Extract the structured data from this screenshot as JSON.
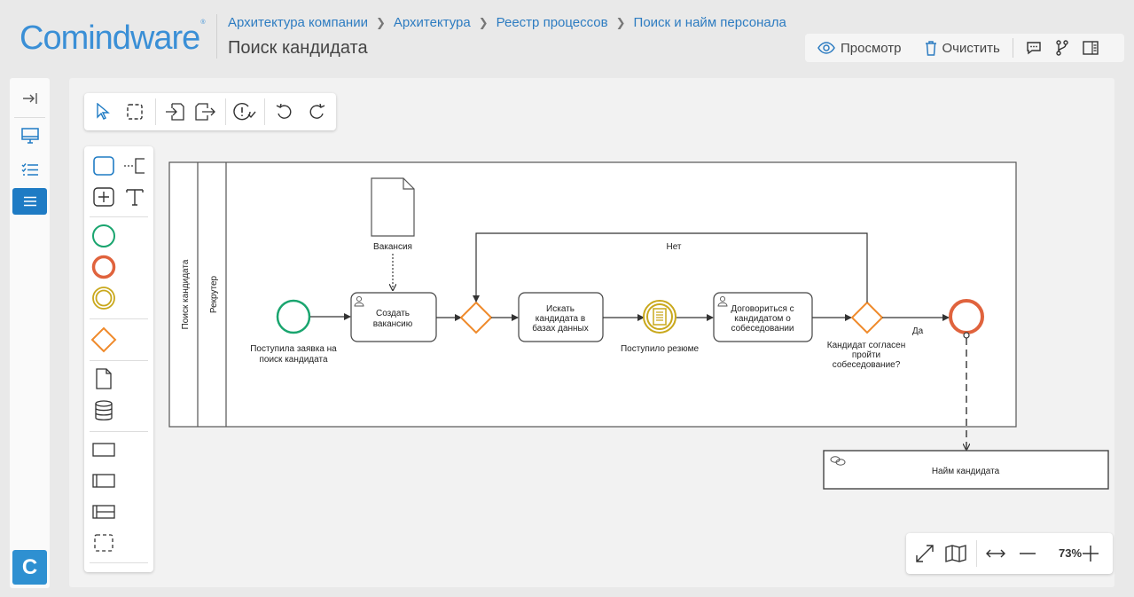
{
  "header": {
    "logo": "Comindware",
    "logo_mark": "®",
    "breadcrumbs": [
      "Архитектура компании",
      "Архитектура",
      "Реестр процессов",
      "Поиск и найм персонала"
    ],
    "title": "Поиск кандидата",
    "view_label": "Просмотр",
    "clear_label": "Очистить"
  },
  "rail": {
    "logo_letter": "C"
  },
  "zoom": {
    "value": "73%"
  },
  "diagram": {
    "pool_label": "Поиск кандидата",
    "lane_label": "Рекрутер",
    "document_label": "Вакансия",
    "start_label_1": "Поступила заявка на",
    "start_label_2": "поиск кандидата",
    "task_create_1": "Создать",
    "task_create_2": "вакансию",
    "task_search_1": "Искать",
    "task_search_2": "кандидата в",
    "task_search_3": "базах данных",
    "event_resume": "Поступило резюме",
    "task_agree_1": "Договориться с",
    "task_agree_2": "кандидатом о",
    "task_agree_3": "собеседовании",
    "gateway_label_1": "Кандидат согласен",
    "gateway_label_2": "пройти",
    "gateway_label_3": "собеседование?",
    "flow_no": "Нет",
    "flow_yes": "Да",
    "linked_process": "Найм кандидата"
  },
  "colors": {
    "accent": "#1e7bc4",
    "start": "#1aa56f",
    "end": "#e0633d",
    "intermediate": "#c9a81c",
    "gateway": "#ef8a2b"
  }
}
